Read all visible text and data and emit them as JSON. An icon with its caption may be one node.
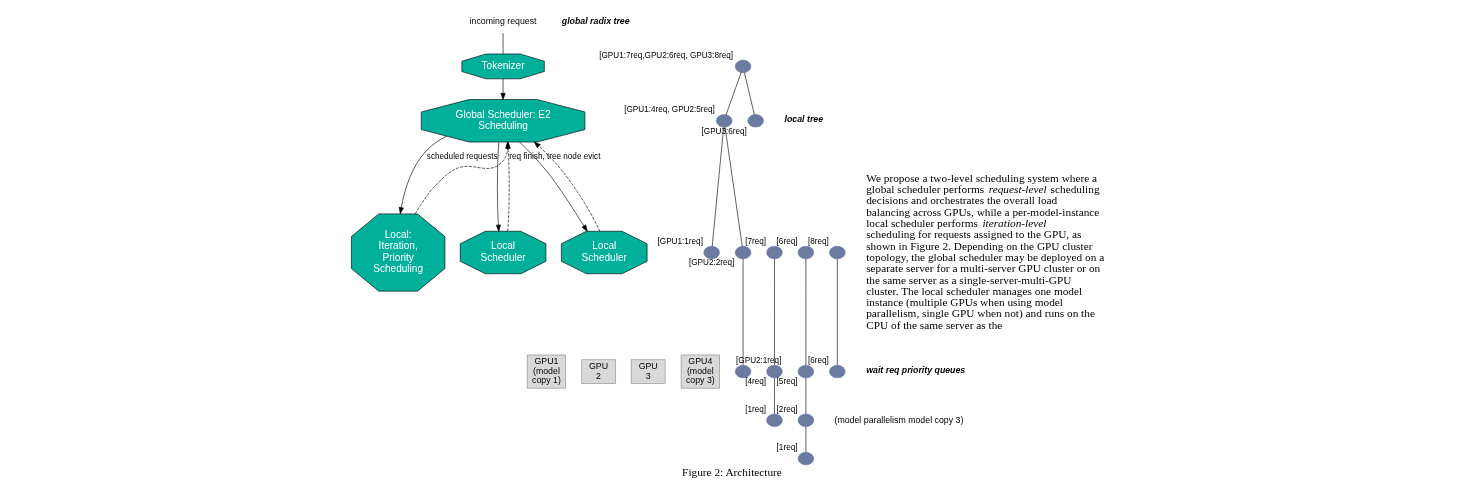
{
  "diagram": {
    "caption": "Figure 2: Architecture",
    "nodes": [
      {
        "text": [
          "incoming request"
        ]
      },
      {
        "text": [
          "Tokenizer"
        ]
      },
      {
        "text": [
          "Global Scheduler: E2 Scheduling"
        ]
      },
      {
        "text": [
          "Local: Iteration, Priority Scheduling"
        ]
      },
      {
        "text": [
          "Local Scheduler"
        ]
      },
      {
        "text": [
          "Local Scheduler"
        ]
      },
      {
        "text": [
          "GPU1 (model copy 1)"
        ]
      },
      {
        "text": [
          "GPU 2"
        ]
      },
      {
        "text": [
          "GPU 3"
        ]
      },
      {
        "text": [
          "GPU4 (model copy 3)"
        ]
      },
      {
        "text": [],
        "shape": "circle",
        "beside": [
          "[GPU1:7req,GPU2:6req, GPU3:8req]"
        ]
      },
      {
        "text": [],
        "shape": "circle",
        "beside": [
          "[GPU1:4req, GPU2:5req]"
        ]
      },
      {
        "text": [],
        "shape": "circle",
        "beside": [
          "[GPU3:6req]"
        ]
      },
      {
        "text": [],
        "shape": "circle",
        "beside": [
          "[GPU1:1req]"
        ]
      },
      {
        "text": [],
        "shape": "circle",
        "beside": [
          "[GPU2:2req]"
        ]
      },
      {
        "text": [],
        "shape": "circle",
        "beside": [
          "[GPU2:1req]"
        ]
      },
      {
        "text": [],
        "shape": "circle",
        "beside": [
          "[7req]"
        ]
      },
      {
        "text": [],
        "shape": "circle",
        "beside": [
          "[4req]"
        ]
      },
      {
        "text": [],
        "shape": "circle",
        "beside": [
          "[1req]"
        ]
      },
      {
        "text": [],
        "shape": "circle",
        "beside": [
          "[6req]"
        ]
      },
      {
        "text": [],
        "shape": "circle",
        "beside": [
          "[5req]"
        ]
      },
      {
        "text": [],
        "shape": "circle",
        "beside": [
          "[2req]"
        ]
      },
      {
        "text": [],
        "shape": "circle",
        "beside": [
          "[1req]"
        ]
      },
      {
        "text": [],
        "shape": "circle",
        "beside": [
          "[8req]"
        ]
      },
      {
        "text": [],
        "shape": "circle",
        "beside": [
          "[6req]"
        ]
      }
    ],
    "edges": [
      {
        "from": 0,
        "to": 1,
        "arrow": "none"
      },
      {
        "from": 1,
        "to": 2,
        "arrow": "to"
      },
      {
        "from": 2,
        "to": 3,
        "arrow": "to",
        "label": "scheduled requests"
      },
      {
        "from": 3,
        "to": 2,
        "arrow": "to",
        "style": "dashed",
        "label": "req finish, tree node evict"
      },
      {
        "from": 2,
        "to": 4,
        "arrow": "to"
      },
      {
        "from": 4,
        "to": 2,
        "arrow": "to",
        "style": "dashed"
      },
      {
        "from": 2,
        "to": 5,
        "arrow": "to"
      },
      {
        "from": 5,
        "to": 2,
        "arrow": "to",
        "style": "dashed"
      },
      {
        "from": 10,
        "to": 11,
        "arrow": "none"
      },
      {
        "from": 10,
        "to": 12,
        "arrow": "none"
      },
      {
        "from": 11,
        "to": 13,
        "arrow": "none"
      },
      {
        "from": 11,
        "to": 14,
        "arrow": "none"
      },
      {
        "from": 14,
        "to": 15,
        "arrow": "none"
      },
      {
        "from": 16,
        "to": 17,
        "arrow": "none"
      },
      {
        "from": 17,
        "to": 18,
        "arrow": "none"
      },
      {
        "from": 19,
        "to": 20,
        "arrow": "none"
      },
      {
        "from": 20,
        "to": 21,
        "arrow": "none"
      },
      {
        "from": 21,
        "to": 22,
        "arrow": "none"
      },
      {
        "from": 23,
        "to": 24,
        "arrow": "none"
      }
    ],
    "labels": [
      "global radix tree",
      "local tree",
      "wait req priority queues",
      "(model parallelism model copy 3)",
      "We propose a two-level scheduling system where a global scheduler performs *request-level* scheduling decisions and orchestrates the overall load balancing across GPUs, while a per-model-instance local scheduler performs *iteration-level* scheduling for requests assigned to the GPU, as shown in Figure 2. Depending on the GPU cluster topology, the global scheduler may be deployed on a separate server for a multi-server GPU cluster or on the same server as a single-server-multi-GPU cluster. The local scheduler manages one model instance (multiple GPUs when using model parallelism, single GPU when not) and runs on the CPU of the same server as the"
    ]
  }
}
